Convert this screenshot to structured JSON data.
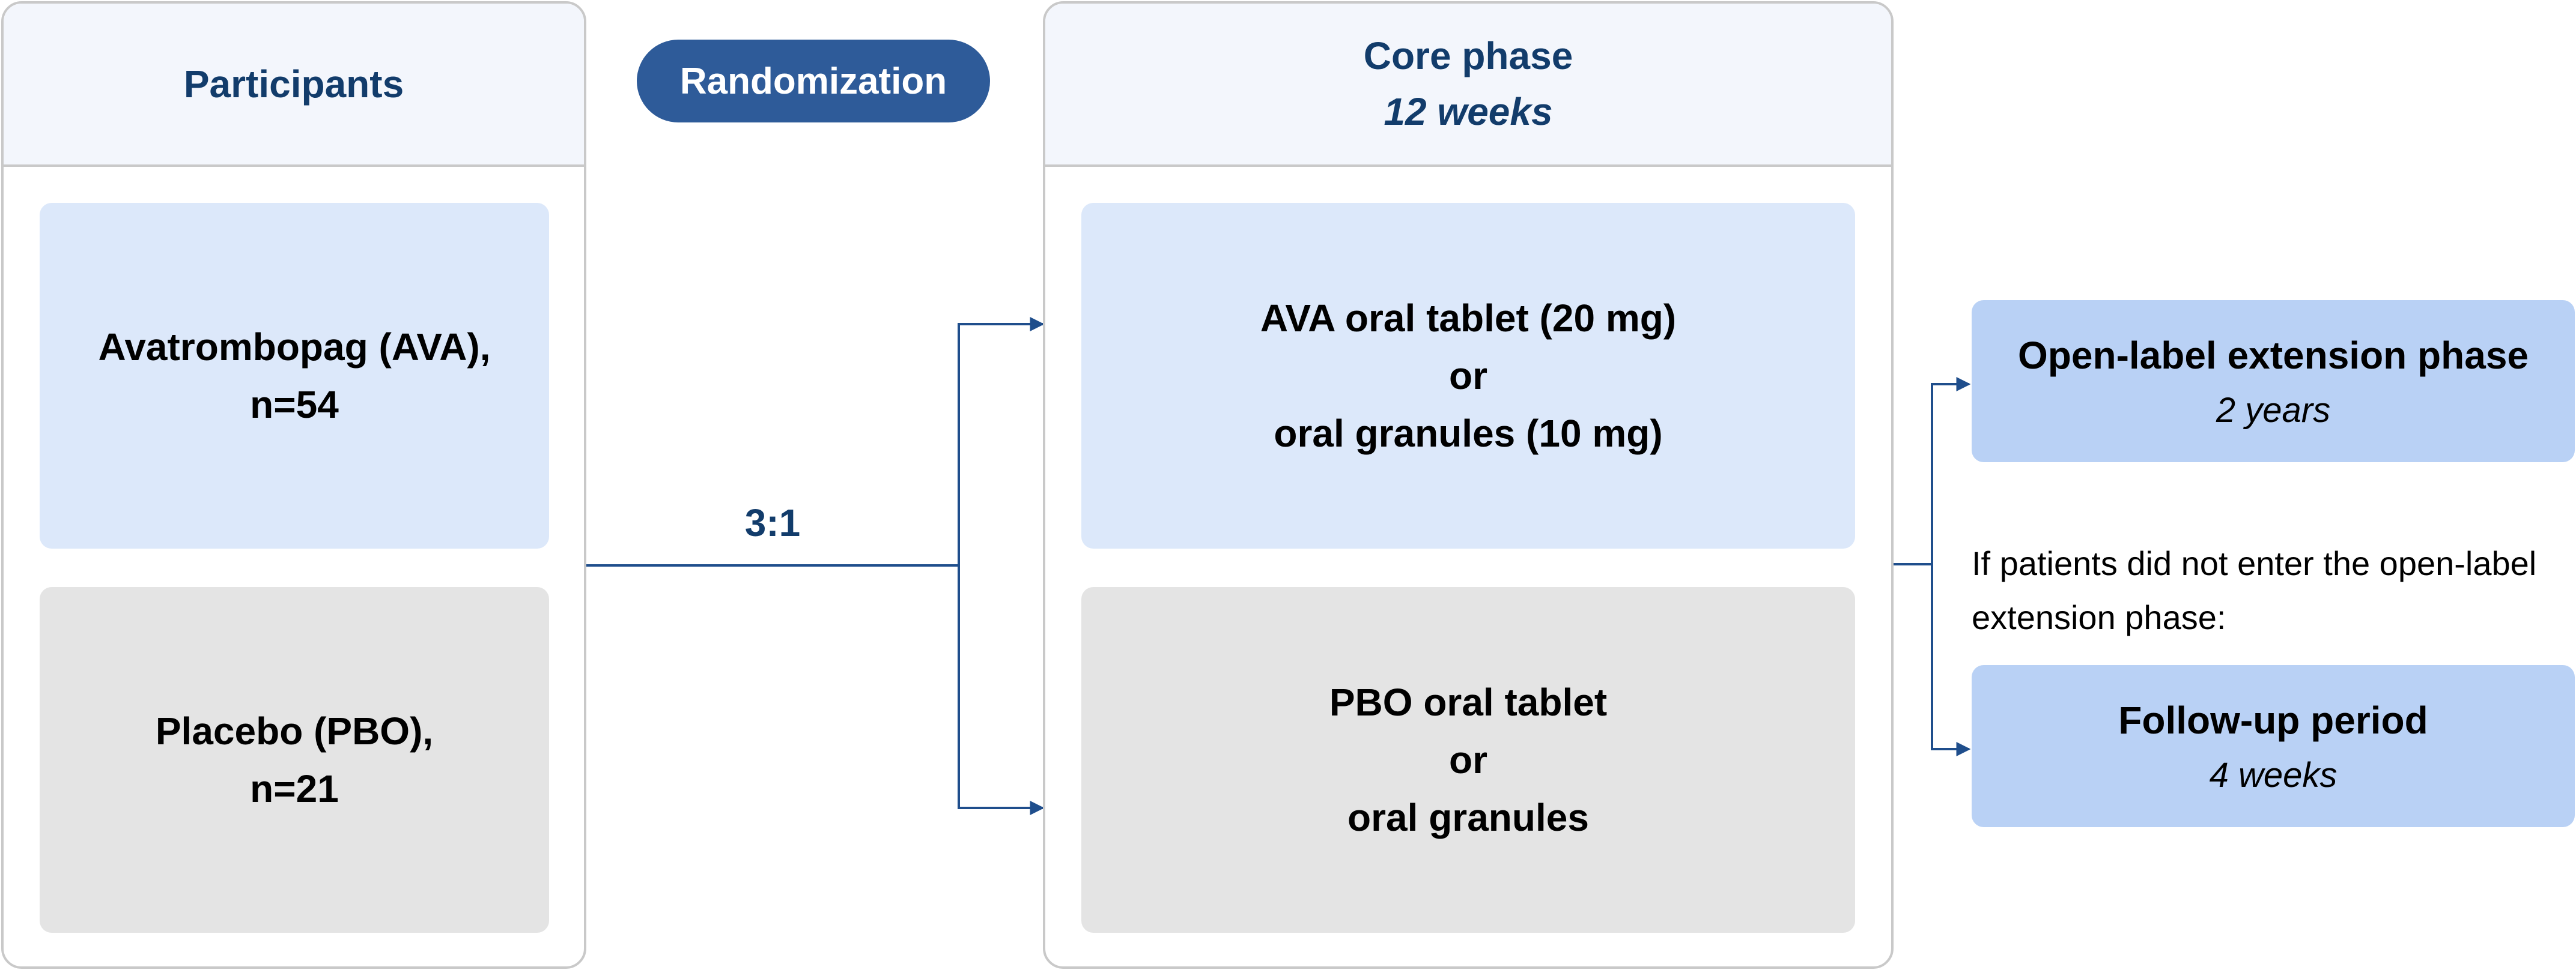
{
  "participants": {
    "header": "Participants",
    "ava": {
      "line1": "Avatrombopag (AVA),",
      "line2": "n=54"
    },
    "pbo": {
      "line1": "Placebo (PBO),",
      "line2": "n=21"
    }
  },
  "randomization": {
    "label": "Randomization",
    "ratio": "3:1"
  },
  "core_phase": {
    "title": "Core phase",
    "duration": "12 weeks",
    "ava": {
      "line1": "AVA oral tablet (20 mg)",
      "line2": "or",
      "line3": "oral granules (10 mg)"
    },
    "pbo": {
      "line1": "PBO oral tablet",
      "line2": "or",
      "line3": "oral granules"
    }
  },
  "extension": {
    "title": "Open-label extension phase",
    "duration": "2 years"
  },
  "note": {
    "line1": "If patients did not enter the open-label",
    "line2": "extension phase:"
  },
  "follow_up": {
    "title": "Follow-up period",
    "duration": "4 weeks"
  },
  "colors": {
    "navy": "#123c6b",
    "pill": "#2e5b99",
    "light_blue": "#dce8fa",
    "grey": "#e4e4e4",
    "right_blue": "#b9d1f5",
    "connector": "#1f4e8c"
  }
}
